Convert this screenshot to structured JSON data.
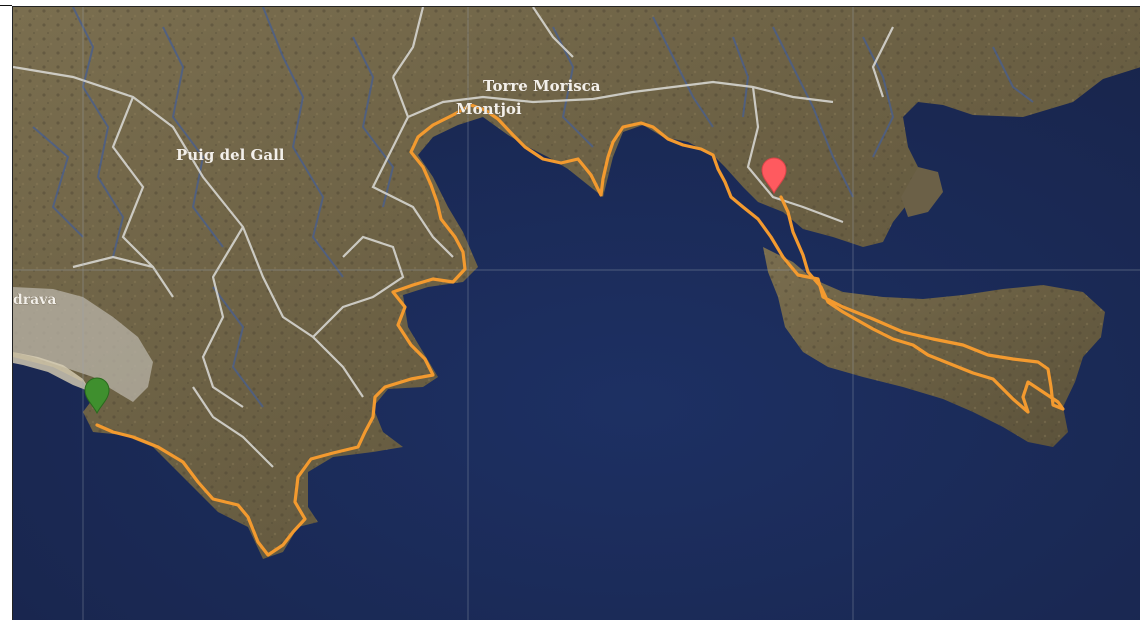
{
  "map": {
    "labels": {
      "torre_morisca": "Torre Morisca",
      "montjoi": "Montjoi",
      "puig_del_gall": "Puig del Gall",
      "town_partial": "drava"
    },
    "markers": {
      "start": {
        "icon": "map-pin-icon",
        "color": "#3f8f2e"
      },
      "end": {
        "icon": "map-pin-icon",
        "color": "#ff5a5f"
      }
    },
    "route": {
      "color": "#f39a2f"
    },
    "colors": {
      "sea": "#1b2b55",
      "land": "#6e6448",
      "roads": "#d9d9d9",
      "streams": "#4a5f8c",
      "grid": "#9aa3b0"
    }
  }
}
